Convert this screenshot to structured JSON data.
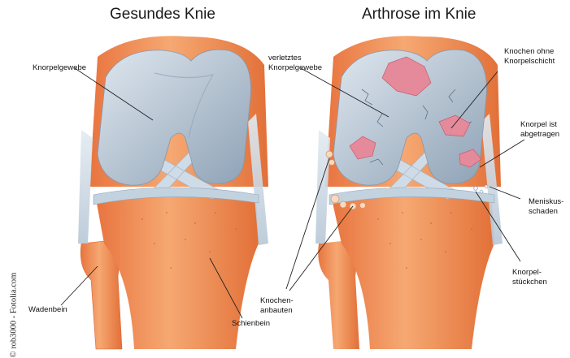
{
  "titles": {
    "healthy": "Gesundes Knie",
    "arthrosis": "Arthrose im Knie"
  },
  "labels": {
    "knorpelgewebe": "Knorpelgewebe",
    "wadenbein": "Wadenbein",
    "schienbein": "Schienbein",
    "verletztes_knorpelgewebe": "verletztes\nKnorpelgewebe",
    "knochen_ohne_knorpelschicht": "Knochen ohne\nKnorpelschicht",
    "knorpel_abgetragen": "Knorpel ist\nabgetragen",
    "meniskusschaden": "Meniskus-\nschaden",
    "knorpelstueckchen": "Knorpel-\nstückchen",
    "knochenanbauten": "Knochen-\nanbauten"
  },
  "credit": "© rob3000 - Fotolia.com",
  "colors": {
    "bone": "#f0935a",
    "bone_dark": "#d9683a",
    "cartilage": "#aab9c8",
    "cartilage_light": "#d7e0ea",
    "ligament": "#c9d7e4",
    "damage": "#e58a9a",
    "line": "#222222"
  }
}
